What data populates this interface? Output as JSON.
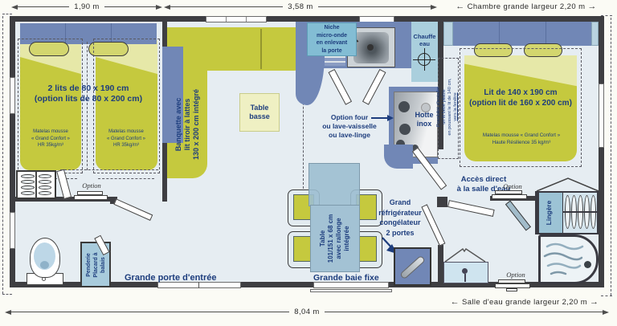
{
  "colors": {
    "floor": "#e6edf2",
    "wall": "#3e3e42",
    "bed_green": "#c5c93e",
    "bed_green_light": "#e6e8a8",
    "furniture_blue": "#7187b6",
    "label_teal": "#83bdd4",
    "water_heater_blue": "#aacfdd",
    "navy_text": "#1d3d7d",
    "pale_yellow": "#eff0c3"
  },
  "dimensions": {
    "top_left": "1,90 m",
    "top_middle": "3,58 m",
    "top_right": "Chambre grande largeur 2,20 m",
    "bottom_total": "8,04 m",
    "bottom_right": "Salle d'eau grande largeur 2,20 m",
    "arrow_left": "←",
    "arrow_right": "→"
  },
  "left_bedroom": {
    "title_line1": "2 lits de 80 x 190 cm",
    "title_line2": "(option lits de 80 x 200 cm)",
    "mattress_line1": "Matelas mousse",
    "mattress_line2": "« Grand Confort »",
    "mattress_line3": "HR 35kg/m³",
    "option_label": "Option"
  },
  "living": {
    "banquette_line1": "Banquette avec",
    "banquette_line2": "lit tiroir à lattes",
    "banquette_line3": "130 x 200 cm intégré",
    "coffee_table_line1": "Table",
    "coffee_table_line2": "basse"
  },
  "kitchen": {
    "microwave_line1": "Niche",
    "microwave_line2": "micro-onde",
    "microwave_line3": "en enlevant",
    "microwave_line4": "la porte",
    "water_heater_line1": "Chauffe",
    "water_heater_line2": "eau",
    "option_line1": "Option four",
    "option_line2": "ou lave-vaisselle",
    "option_line3": "ou lave-linge",
    "hood_line1": "Hotte",
    "hood_line2": "inox"
  },
  "right_bedroom": {
    "title_line1": "Lit de 140 x 190 cm",
    "title_line2": "(option lit de 160 x 200 cm)",
    "mattress_line1": "Matelas mousse « Grand Confort »",
    "mattress_line2": "Haute Résilience 35 kg/m³",
    "baby_note_line1": "Possibilité d'installer",
    "baby_note_line2": "un lit bébé pliable",
    "baby_note_line3": "en poussant le lit de 140 cm,",
    "baby_note_line4": "vers la fenêtre"
  },
  "bathroom": {
    "access_line1": "Accès direct",
    "access_line2": "à la salle d'eau",
    "option_label_top": "Option",
    "option_label_bottom": "Option",
    "linen_closet": "Lingère"
  },
  "hall": {
    "entrance_door": "Grande porte d'entrée",
    "wardrobe_line1": "Penderie",
    "wardrobe_line2": "Placard à",
    "wardrobe_line3": "balais"
  },
  "dining": {
    "fridge_line1": "Grand",
    "fridge_line2": "réfrigérateur",
    "fridge_line3": "congélateur",
    "fridge_line4": "2 portes",
    "table_line1": "Table",
    "table_line2": "101/151 x 68 cm",
    "table_line3": "avec rallonge",
    "table_line4": "intégrée",
    "bay_window": "Grande baie fixe"
  }
}
